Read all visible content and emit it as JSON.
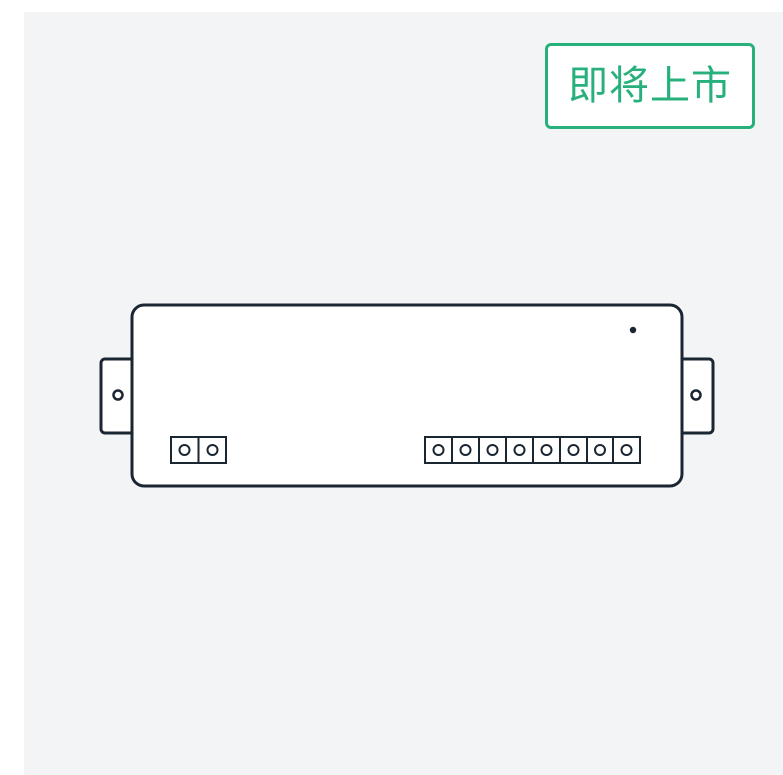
{
  "badge": {
    "label": "即将上市",
    "color": "#28b07c"
  },
  "product": {
    "icon": "controller-box-icon",
    "terminal_blocks": [
      {
        "name": "power-terminal-block",
        "pins": 2
      },
      {
        "name": "signal-terminal-block",
        "pins": 8
      }
    ],
    "indicator": "status-led-icon",
    "mounting_ears": 2
  },
  "colors": {
    "background": "#f3f4f5",
    "outline": "#1b2633",
    "accent": "#28b07c"
  }
}
